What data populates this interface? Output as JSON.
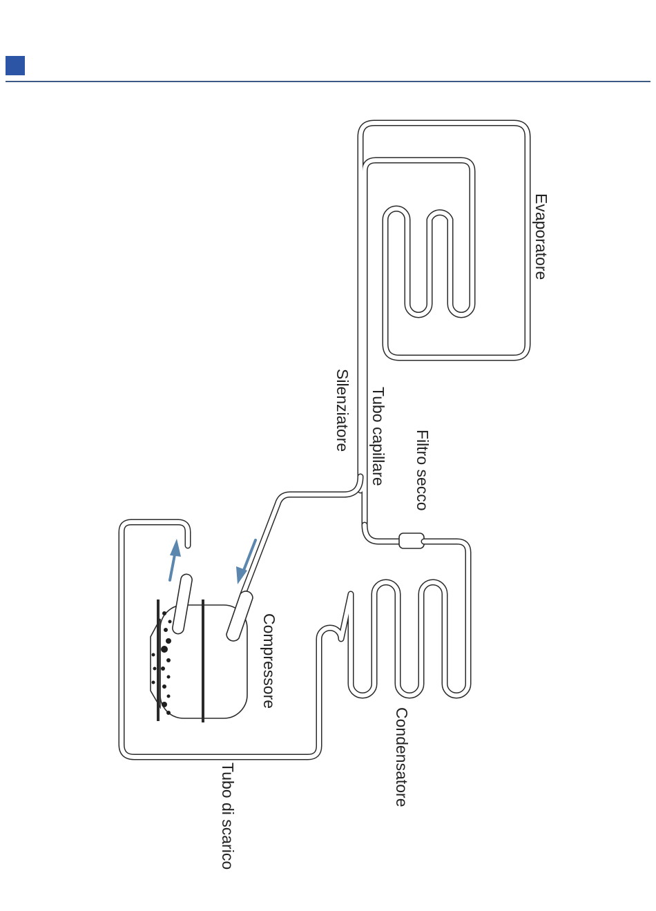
{
  "colors": {
    "accent": "#2c55a6",
    "rule": "#3d5a86",
    "arrow": "#5b86ad",
    "line": "#2a2a2a"
  },
  "labels": {
    "evaporator": "Evaporatore",
    "silencer": "Silenziatore",
    "capillary": "Tubo capillare",
    "filter": "Filtro secco",
    "compressor": "Compressore",
    "condenser": "Condensatore",
    "discharge": "Tubo di scarico"
  }
}
